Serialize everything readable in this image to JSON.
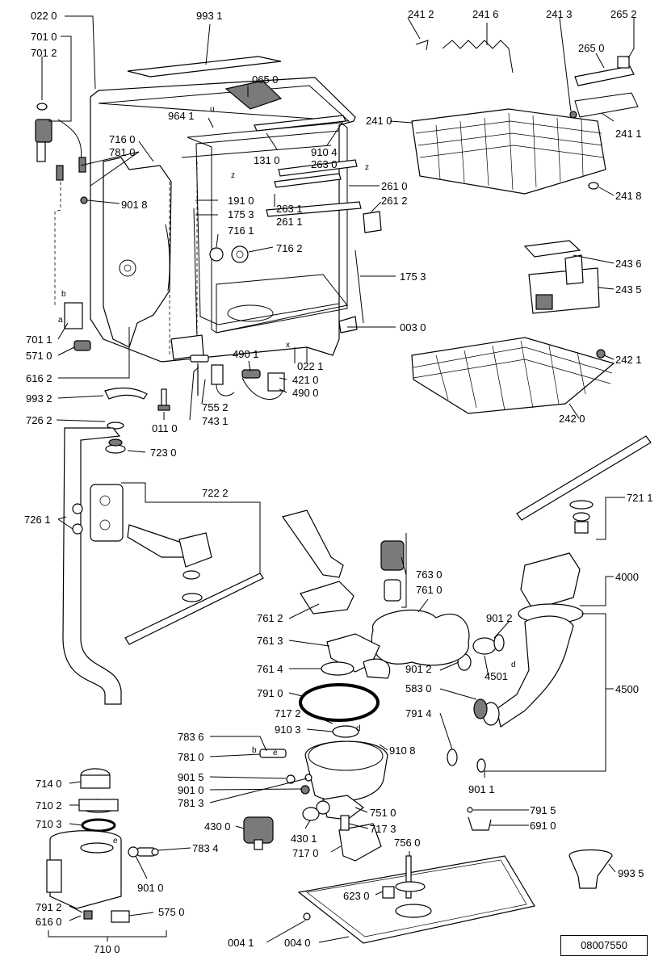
{
  "drawing_number": "08007550",
  "letters": {
    "u": "u",
    "z": "z",
    "b": "b",
    "a": "a",
    "x": "x",
    "d": "d",
    "e": "e"
  },
  "labels": {
    "p0220": "022 0",
    "p9931": "993 1",
    "p7010": "701 0",
    "p7012": "701 2",
    "p0650": "065 0",
    "p9641": "964 1",
    "p7160": "716 0",
    "p7810": "781 0",
    "p1310": "131 0",
    "p9104": "910 4",
    "p2630": "263 0",
    "p9018": "901 8",
    "p1910": "191 0",
    "p1753a": "175 3",
    "p2631": "263 1",
    "p2611": "261 1",
    "p2610": "261 0",
    "p2612": "261 2",
    "p7161": "716 1",
    "p7162": "716 2",
    "p1753b": "175 3",
    "p7011": "701 1",
    "p5710": "571 0",
    "p0030": "003 0",
    "p4901": "490 1",
    "p0221": "022 1",
    "p6162": "616 2",
    "p4210": "421 0",
    "p4900": "490 0",
    "p9932": "993 2",
    "p7552": "755 2",
    "p7431": "743 1",
    "p0110": "011 0",
    "p7262": "726 2",
    "p7230": "723 0",
    "p7222": "722 2",
    "p7261": "726 1",
    "p2412": "241 2",
    "p2416": "241 6",
    "p2413": "241 3",
    "p2652": "265 2",
    "p2650": "265 0",
    "p2410": "241 0",
    "p2411": "241 1",
    "p2418": "241 8",
    "p2436": "243 6",
    "p2435": "243 5",
    "p2421": "242 1",
    "p2420": "242 0",
    "p7211": "721 1",
    "p4000": "4000",
    "p7630": "763 0",
    "p7610": "761 0",
    "p7612": "761 2",
    "p7613": "761 3",
    "p9012a": "901 2",
    "p7614": "761 4",
    "p9012b": "901 2",
    "p4501": "4501",
    "p5830": "583 0",
    "p4500": "4500",
    "p7910": "791 0",
    "p7172": "717 2",
    "p7914": "791 4",
    "p9103": "910 3",
    "p9108": "910 8",
    "p7836": "783 6",
    "p7810b": "781 0",
    "p9015": "901 5",
    "p9010a": "901 0",
    "p9011": "901 1",
    "p7813": "781 3",
    "p7510": "751 0",
    "p7915": "791 5",
    "p6910": "691 0",
    "p4300": "430 0",
    "p4301": "430 1",
    "p7173": "717 3",
    "p7560": "756 0",
    "p7170": "717 0",
    "p7140": "714 0",
    "p7102": "710 2",
    "p7103": "710 3",
    "p7834": "783 4",
    "p9010b": "901 0",
    "p7912": "791 2",
    "p6160": "616 0",
    "p5750": "575 0",
    "p7100": "710 0",
    "p6230": "623 0",
    "p9935": "993 5",
    "p0041": "004 1",
    "p0040": "004 0"
  }
}
